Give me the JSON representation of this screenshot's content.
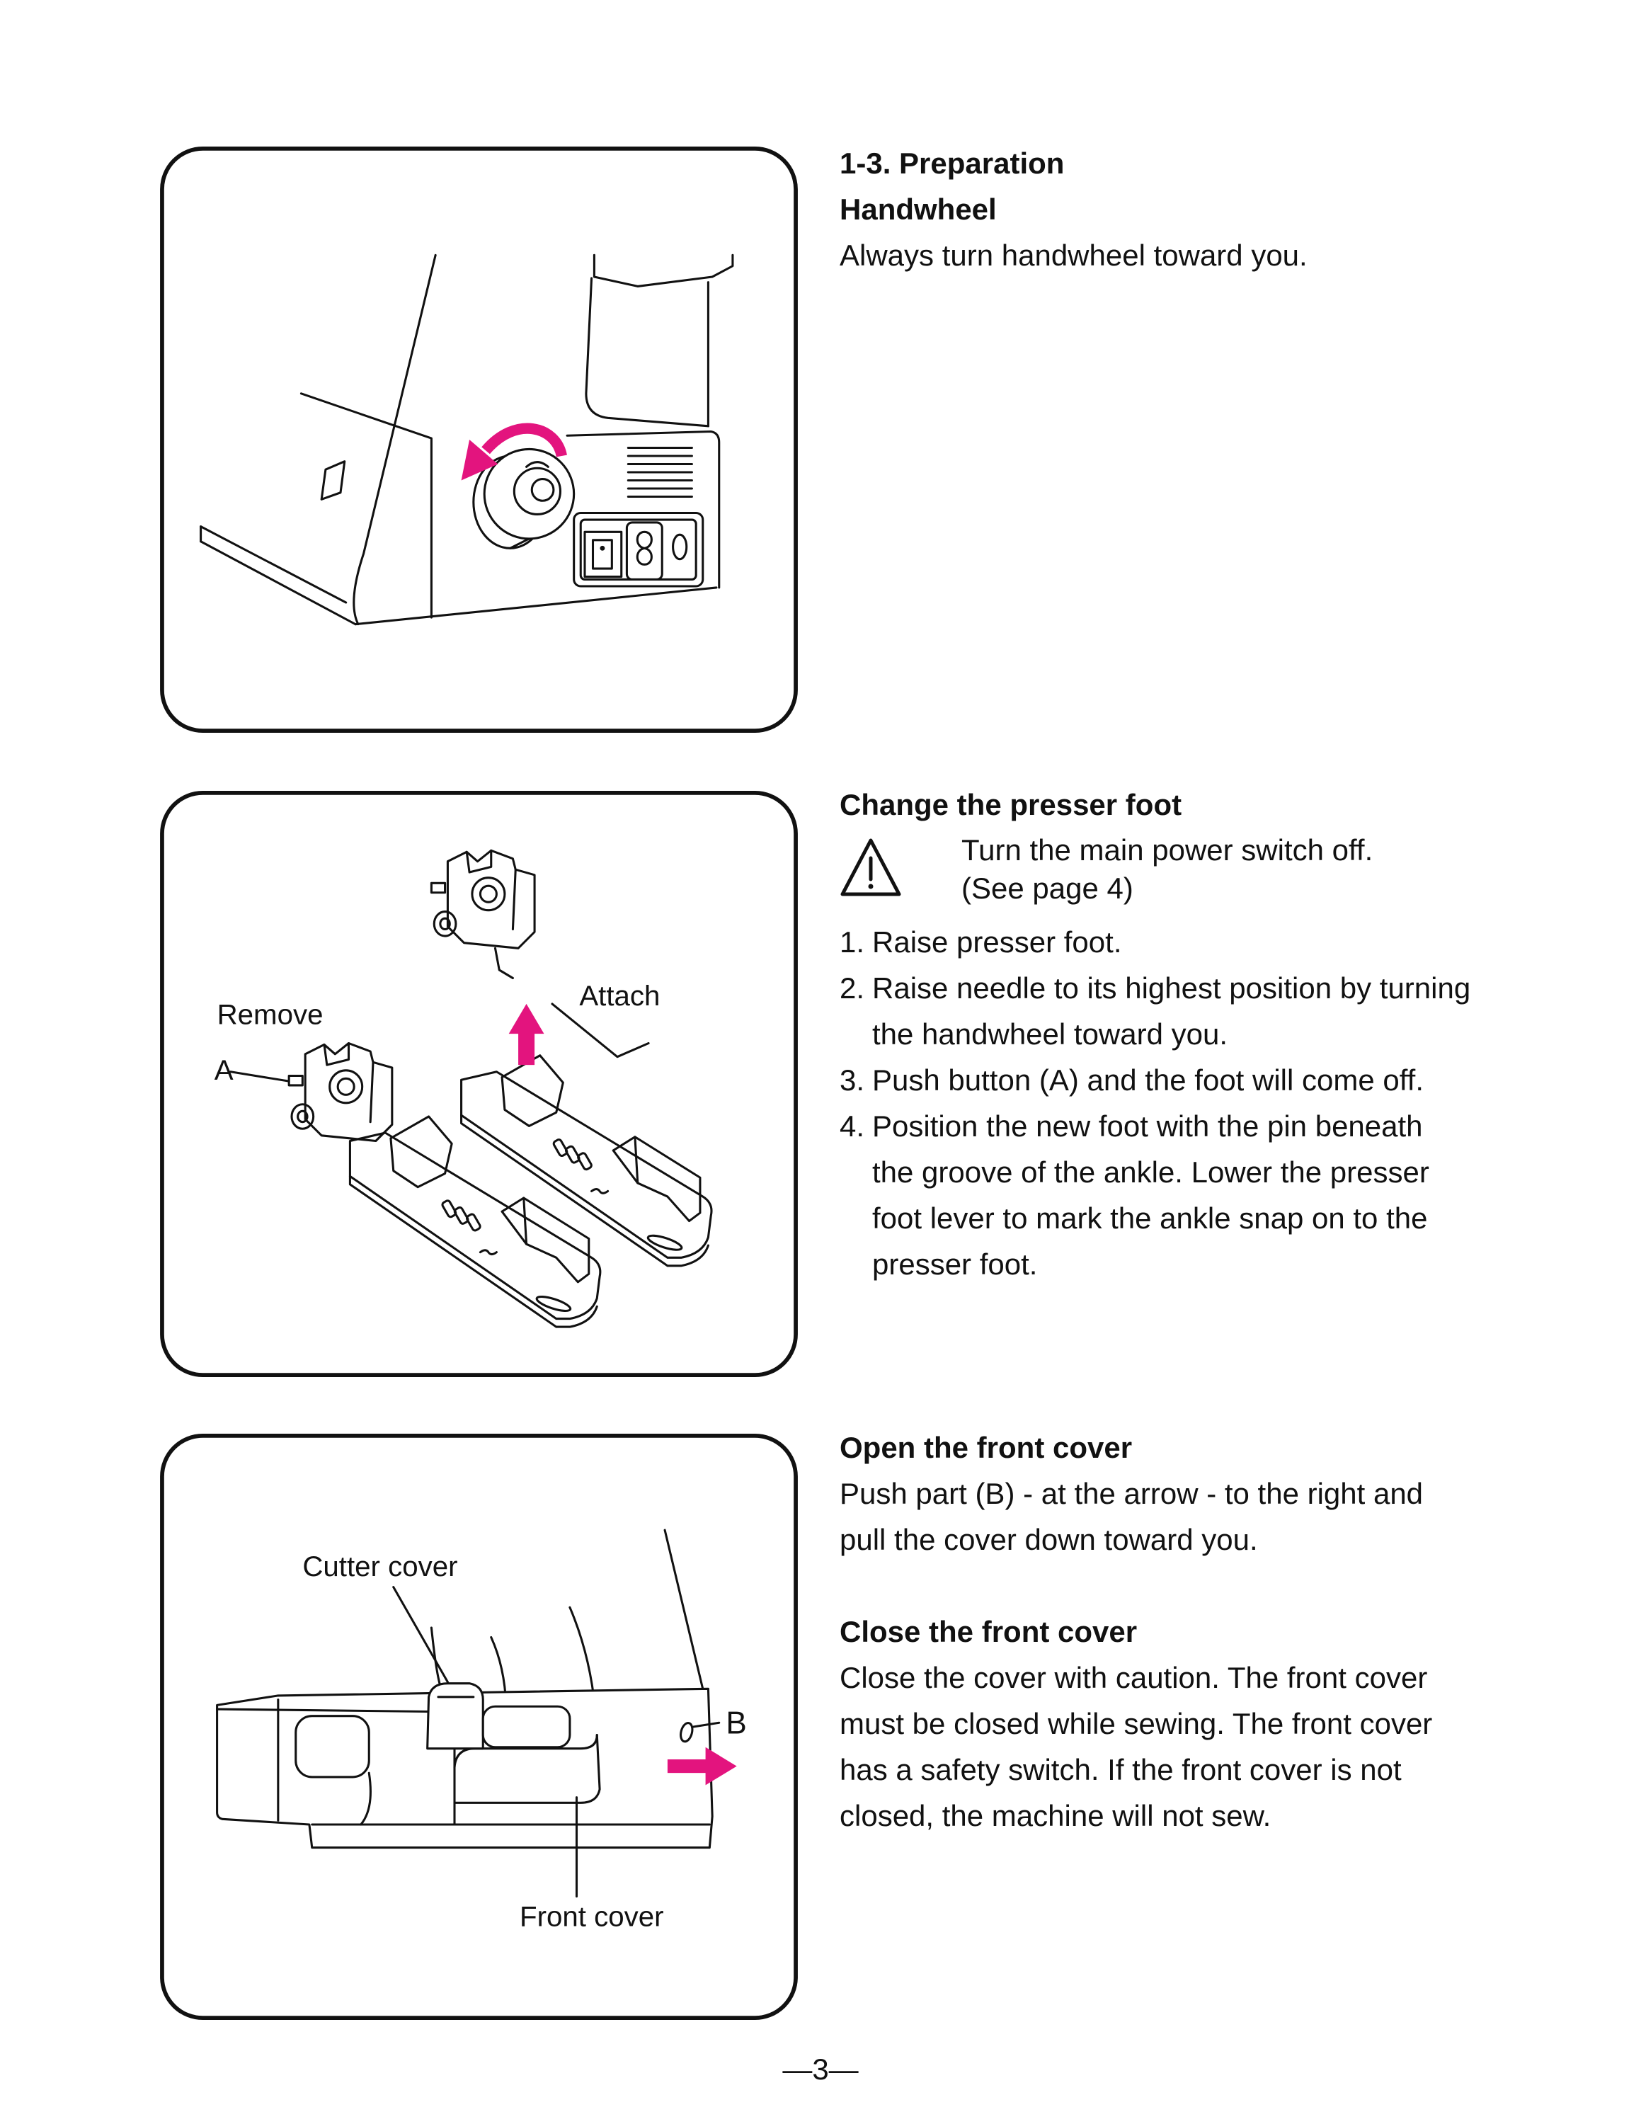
{
  "colors": {
    "accent": "#e3147e",
    "ink": "#111111",
    "background": "#ffffff"
  },
  "preparation": {
    "section_title": "1-3. Preparation",
    "heading": "Handwheel",
    "body": "Always turn handwheel toward you."
  },
  "presser_foot": {
    "heading": "Change the presser foot",
    "warning_icon": "warning-triangle-icon",
    "warning_lines": [
      "Turn the main power switch off.",
      "(See page 4)"
    ],
    "steps": [
      {
        "number": "1.",
        "lines": [
          "Raise presser foot."
        ]
      },
      {
        "number": "2.",
        "lines": [
          "Raise needle to its highest position by turning",
          "the handwheel toward you."
        ]
      },
      {
        "number": "3.",
        "lines": [
          "Push button (A) and the foot will come off."
        ]
      },
      {
        "number": "4.",
        "lines": [
          "Position the new foot with the pin beneath",
          "the groove of the ankle. Lower the presser",
          "foot lever to mark the ankle snap on to the",
          "presser foot."
        ]
      }
    ]
  },
  "front_cover": {
    "open_heading": "Open the front cover",
    "open_lines": [
      "Push part (B) - at the arrow - to the right and",
      "pull the cover down toward you."
    ],
    "close_heading": "Close the front cover",
    "close_lines": [
      "Close the cover with caution. The front cover",
      "must be closed while sewing. The front cover",
      "has a safety switch. If the front cover is not",
      "closed, the machine will not sew."
    ]
  },
  "figures": {
    "presser_foot": {
      "remove_label": "Remove",
      "attach_label": "Attach",
      "button_label": "A"
    },
    "front_cover": {
      "cutter_cover_label": "Cutter cover",
      "part_label": "B",
      "front_cover_label": "Front cover"
    }
  },
  "page": {
    "number": "—3—"
  }
}
